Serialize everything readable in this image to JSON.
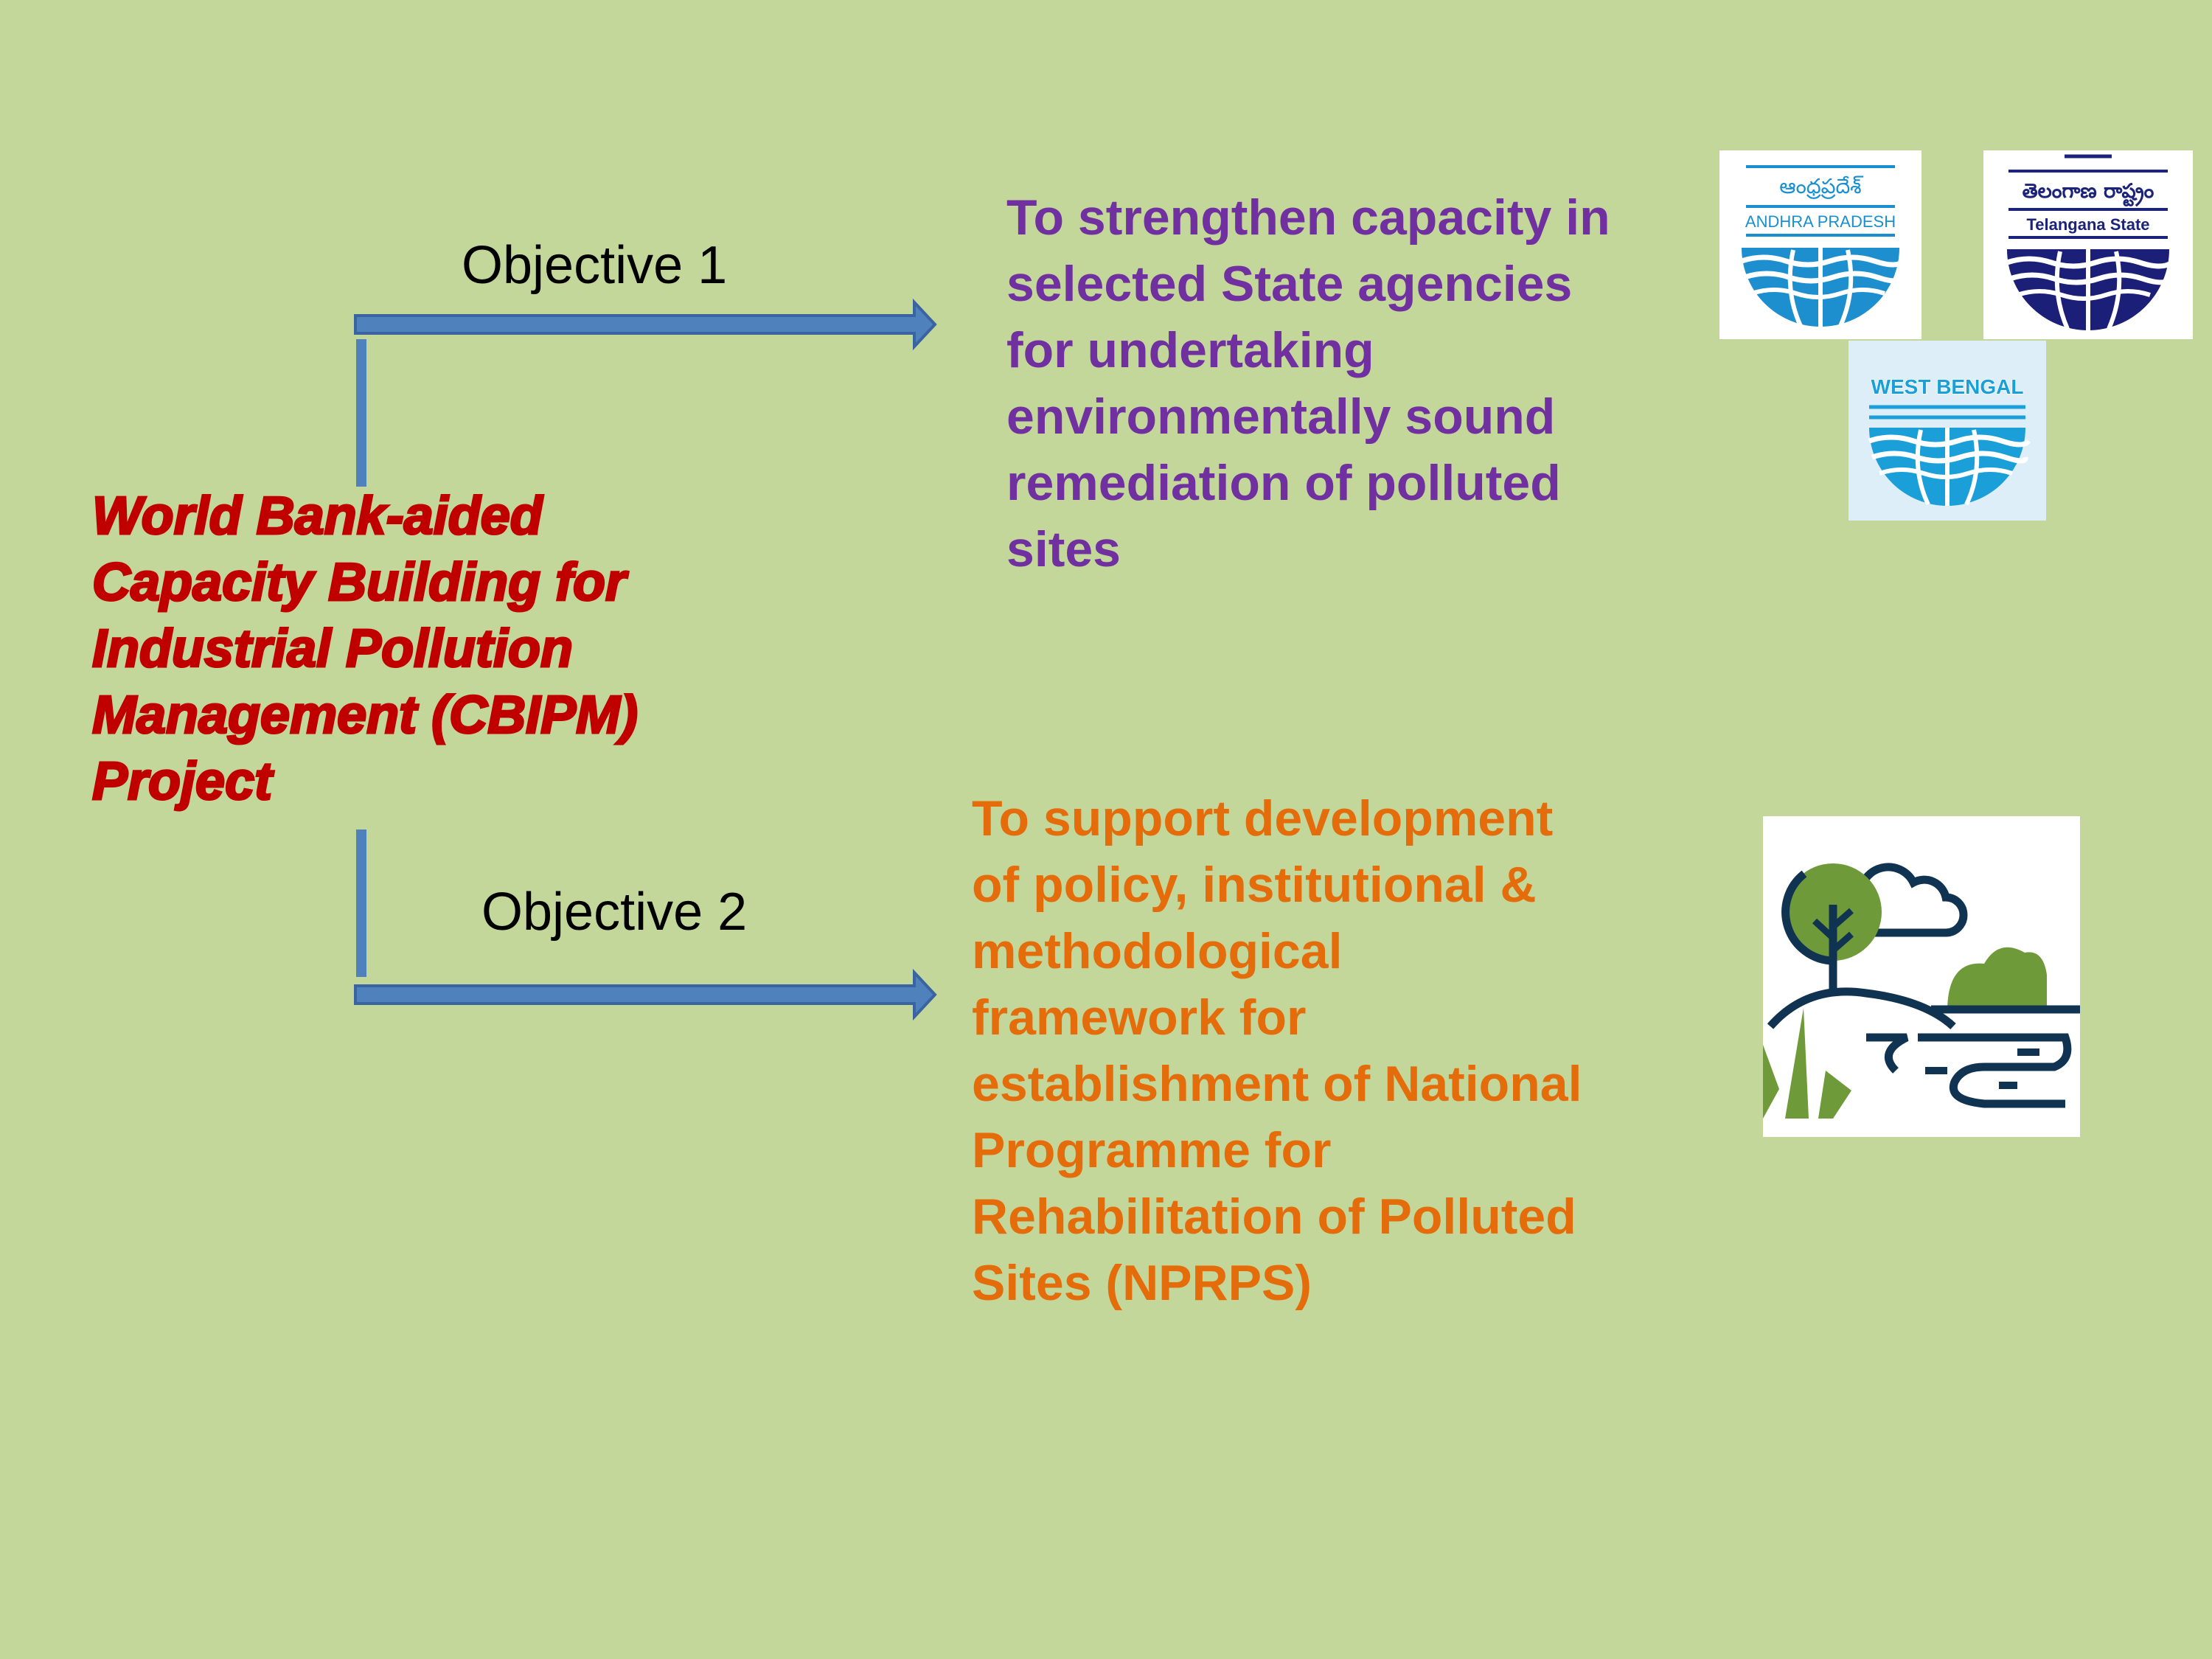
{
  "project": {
    "title_lines": [
      "World Bank-aided",
      "Capacity Building for",
      "Industrial Pollution",
      "Management (CBIPM)",
      "Project"
    ]
  },
  "objective1": {
    "label": "Objective 1",
    "lines": [
      "To strengthen capacity in",
      "selected State agencies",
      "for undertaking",
      "environmentally sound",
      "remediation of polluted",
      "sites"
    ]
  },
  "objective2": {
    "label": "Objective 2",
    "lines": [
      "To support development",
      "of policy, institutional &",
      "methodological",
      "framework for",
      "establishment of National",
      "Programme for",
      "Rehabilitation of Polluted",
      "Sites (NPRPS)"
    ]
  },
  "logos": {
    "andhra": {
      "script": "ఆంధ్రప్రదేశ్",
      "name": "ANDHRA PRADESH",
      "icon": "pollution-board-globe-icon"
    },
    "telangana": {
      "script": "తెలంగాణ రాష్ట్రం",
      "name": "Telangana State",
      "icon": "pollution-board-globe-icon"
    },
    "westbengal": {
      "name": "WEST BENGAL",
      "icon": "pollution-board-globe-icon"
    }
  },
  "illustration": {
    "icon": "landscape-tree-cloud-water-icon"
  },
  "colors": {
    "background": "#c4d79b",
    "title": "#c00000",
    "objective1": "#7030a0",
    "objective2": "#e46c0a",
    "connector": "#4f81bd"
  }
}
